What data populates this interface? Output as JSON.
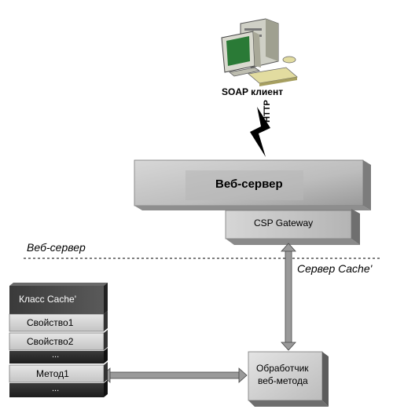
{
  "soap_client": {
    "label": "SOAP клиент",
    "icon": "computer-icon"
  },
  "http": {
    "label": "HTTP"
  },
  "web_server": {
    "label": "Веб-сервер"
  },
  "csp_gateway": {
    "label": "CSP Gateway"
  },
  "zones": {
    "web_server_zone": "Веб-сервер",
    "cache_server_zone": "Сервер Cache'"
  },
  "cache_class": {
    "header": "Класс Cache'",
    "rows": [
      "Свойство1",
      "Свойство2",
      "...",
      "Метод1",
      "..."
    ]
  },
  "handler": {
    "line1": "Обработчик",
    "line2": "веб-метода"
  }
}
